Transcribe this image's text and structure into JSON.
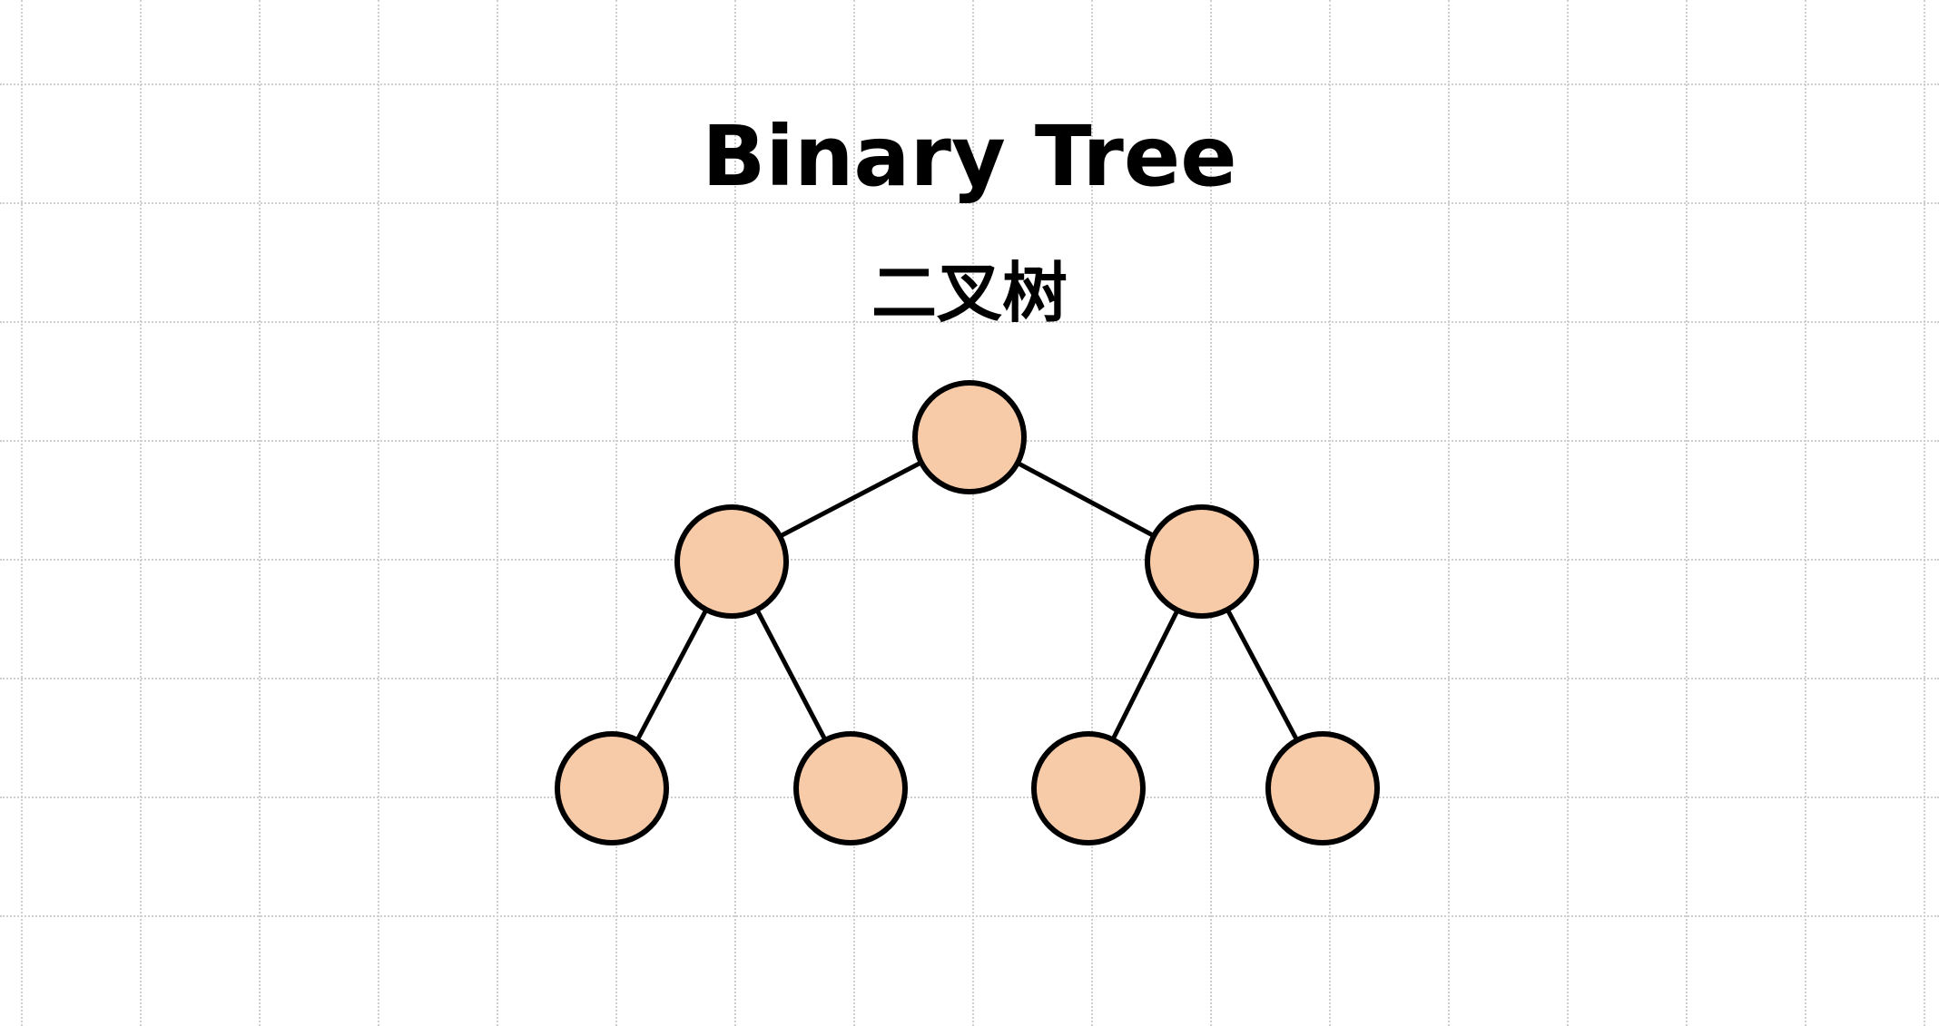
{
  "diagram": {
    "title": "Binary Tree",
    "subtitle": "二叉树",
    "node_fill": "#f8cba8",
    "node_stroke": "#000000",
    "edge_color": "#000000",
    "background": "#ffffff",
    "grid_color": "#cfcfcf",
    "levels": 3,
    "node_count": 7
  }
}
